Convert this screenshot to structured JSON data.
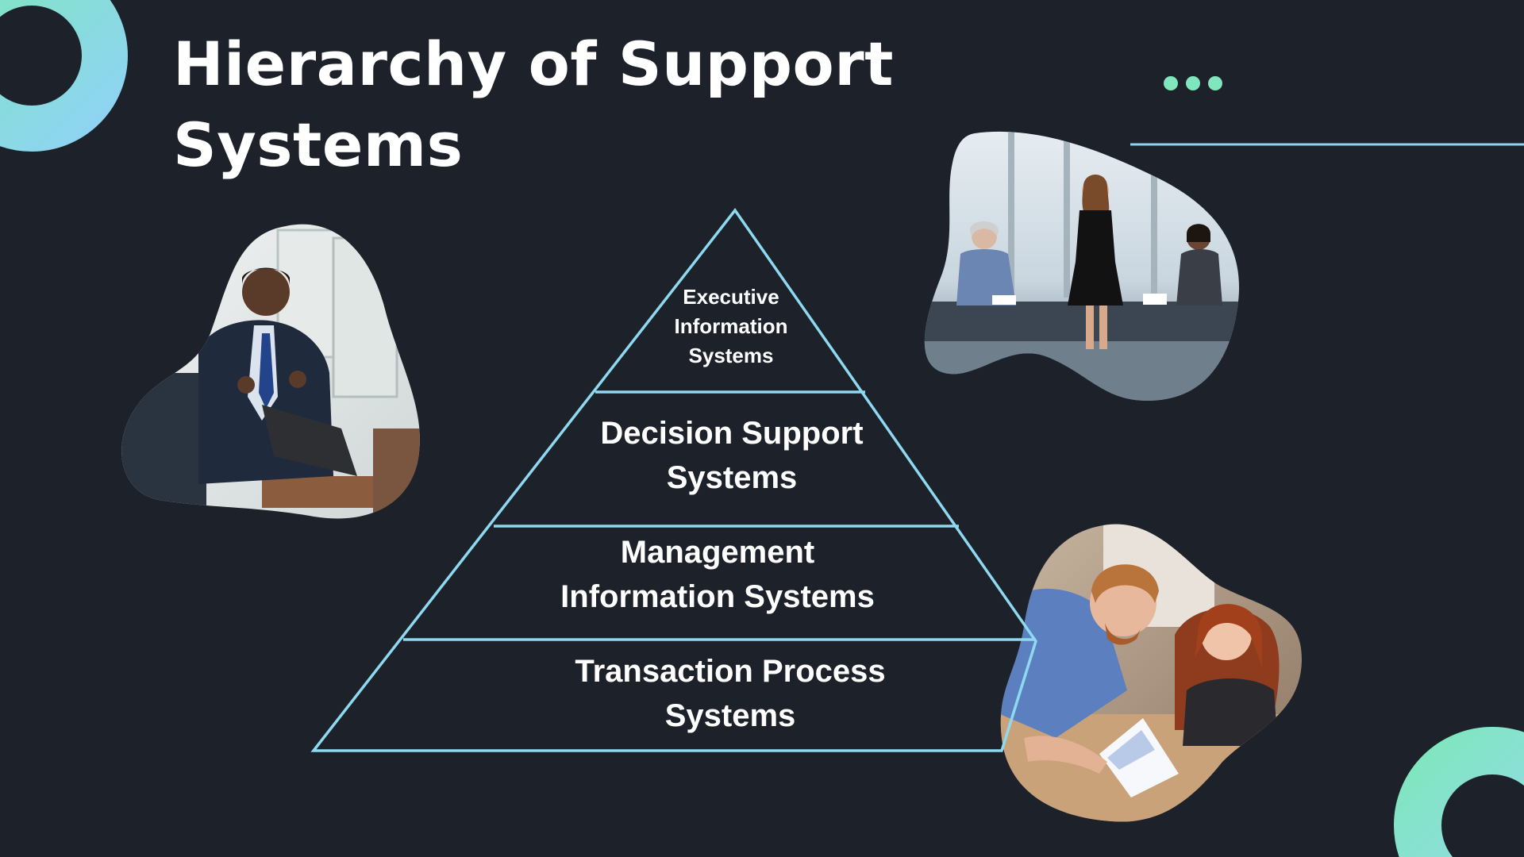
{
  "slide": {
    "title_line1": "Hierarchy of Support",
    "title_line2": "Systems"
  },
  "pyramid": {
    "levels": [
      {
        "line1": "Executive",
        "line2": "Information",
        "line3": "Systems"
      },
      {
        "line1": "Decision Support",
        "line2": "Systems"
      },
      {
        "line1": "Management",
        "line2": "Information Systems"
      },
      {
        "line1": "Transaction Process",
        "line2": "Systems"
      }
    ]
  },
  "colors": {
    "background": "#1c212a",
    "pyramid_stroke": "#8fd9f0",
    "accent_green": "#7fe6bd",
    "accent_blue": "#8fd3f4",
    "text": "#ffffff"
  },
  "decor": {
    "photos": [
      "presenter-photo",
      "boardroom-meeting-photo",
      "colleagues-reviewing-documents-photo"
    ],
    "icons": [
      "more-dots-icon"
    ]
  }
}
